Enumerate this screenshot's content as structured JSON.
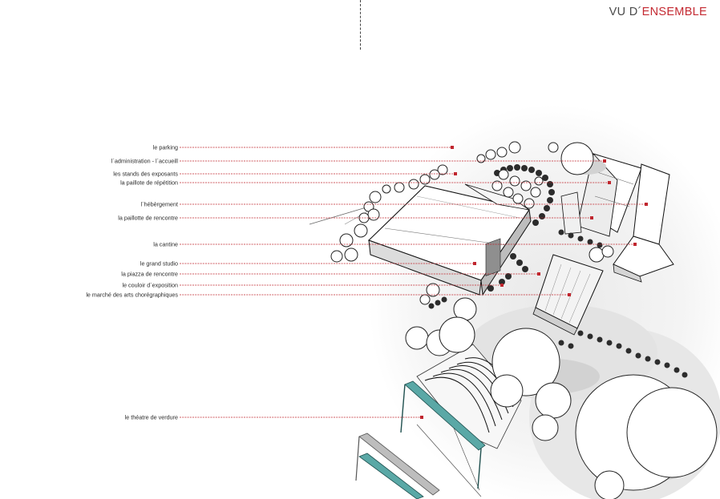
{
  "heading": {
    "part1": "VU D´",
    "part2": "ENSEMBLE",
    "accent_color": "#c42a32",
    "text_color": "#4a4a4a"
  },
  "labels": [
    "le parking",
    "l`administration - l`accueill",
    "les stands des exposants",
    "la paillote de répétition",
    "l`hébèrgement",
    "la paillotte de rencontre",
    "la cantine",
    "le grand studio",
    "la piazza de rencontre",
    "le couloir d`exposition",
    "le marché des arts chorégraphiques",
    "le théatre de verdure"
  ],
  "colors": {
    "leader": "#c0262e",
    "truss": "#5aa8a6",
    "truss_gray": "#9a9a9a"
  }
}
